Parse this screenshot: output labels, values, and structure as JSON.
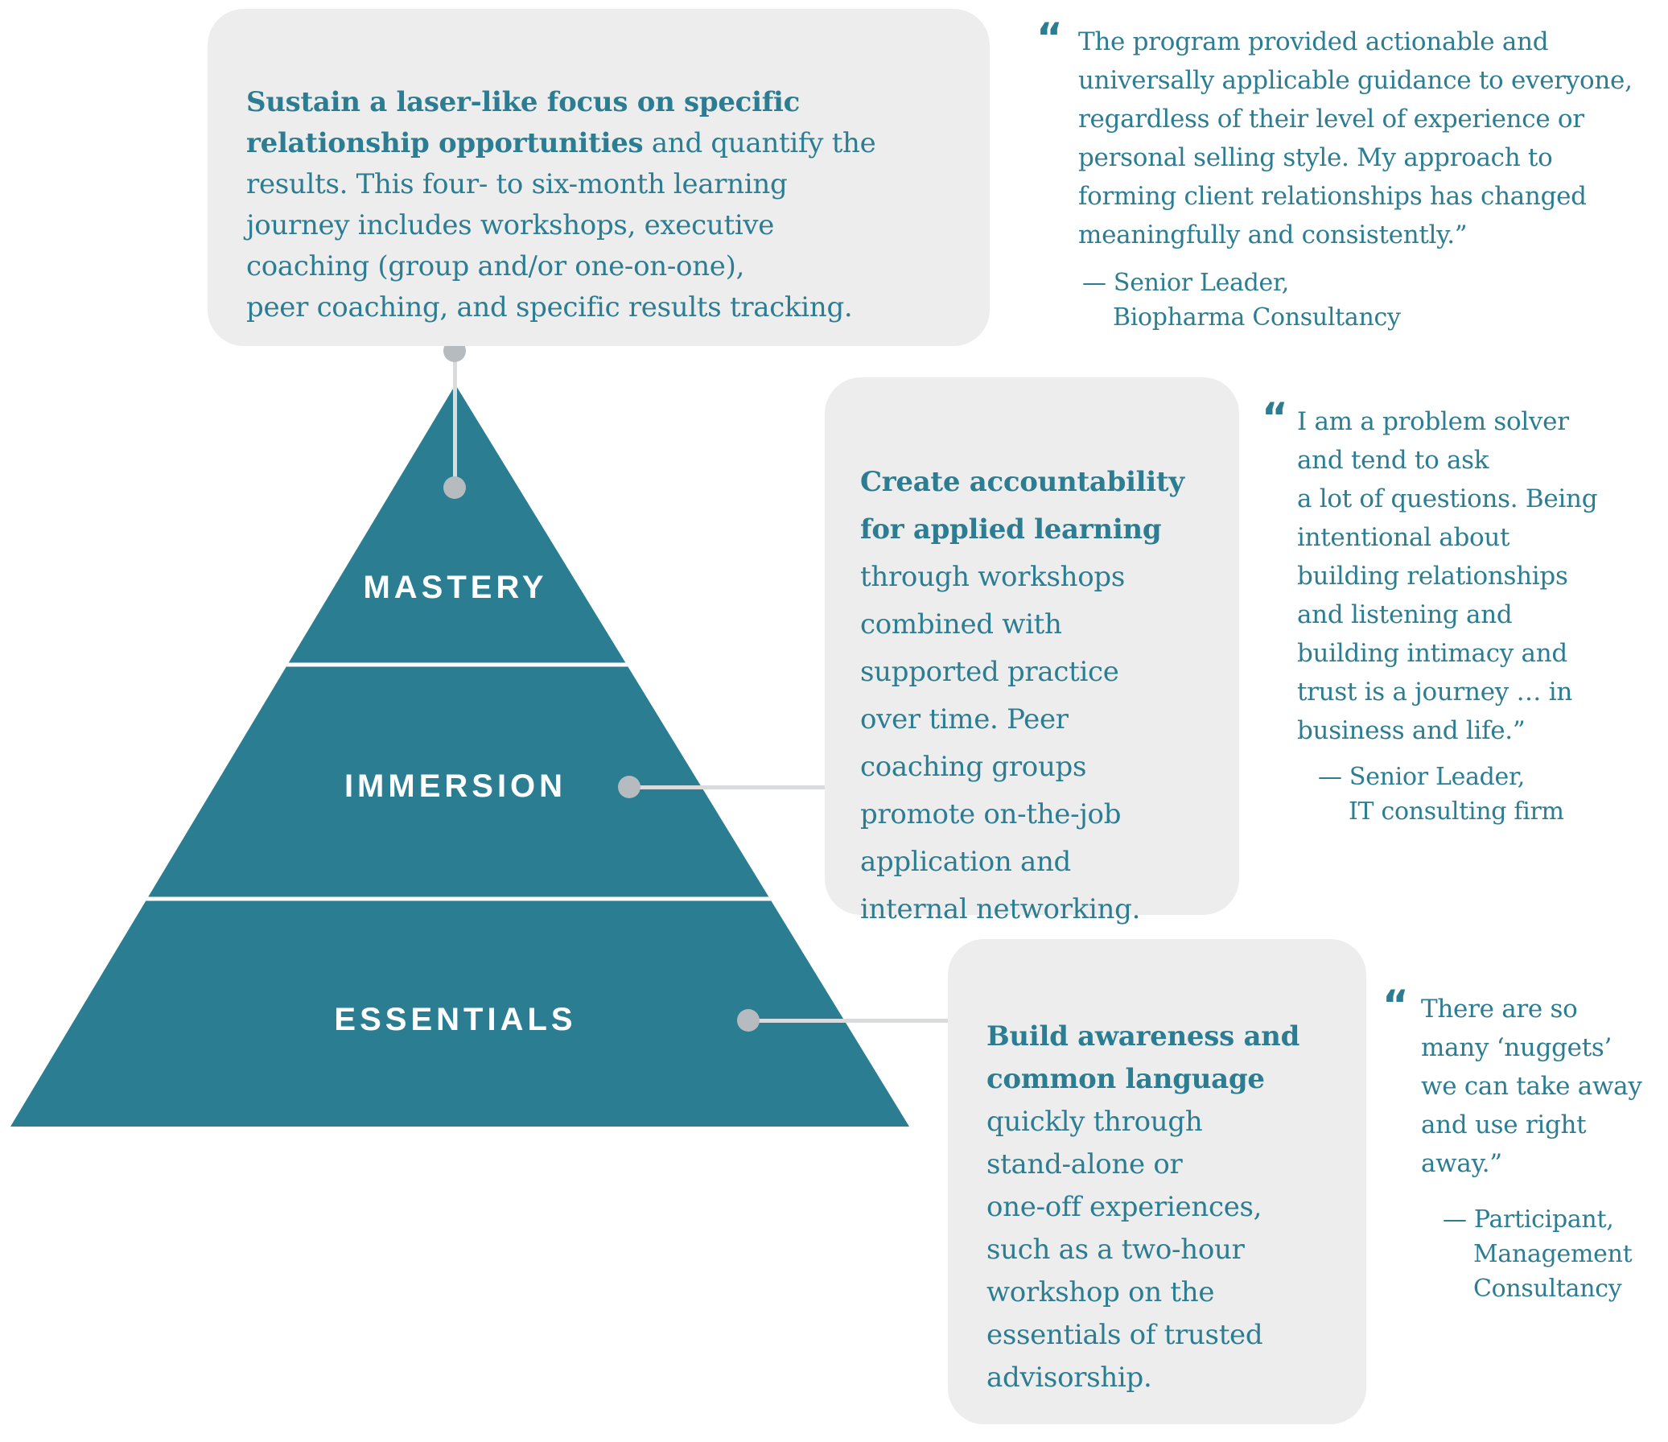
{
  "colors": {
    "teal": "#2b7e92",
    "text_teal": "#2c7d92",
    "box_background": "#ededed",
    "connector_line": "#d9dbdd",
    "connector_dot": "#b6bbc0",
    "label_white": "#ffffff"
  },
  "pyramid": {
    "levels": [
      {
        "label": "MASTERY"
      },
      {
        "label": "IMMERSION"
      },
      {
        "label": "ESSENTIALS"
      }
    ]
  },
  "boxes": {
    "mastery": {
      "bold": "Sustain a laser-like focus on specific\nrelationship opportunities",
      "body": " and quantify the\nresults. This four- to six-month learning\njourney includes workshops, executive\ncoaching (group and/or one-on-one),\npeer coaching, and specific results tracking."
    },
    "immersion": {
      "bold": "Create accountability\nfor applied learning",
      "body": "\nthrough workshops\ncombined with\nsupported practice\nover time. Peer\ncoaching groups\npromote on-the-job\napplication and\ninternal networking."
    },
    "essentials": {
      "bold": "Build awareness and\ncommon language",
      "body": "\nquickly through\nstand-alone or\none-off experiences,\nsuch as a two-hour\nworkshop on the\nessentials of trusted\nadvisorship."
    }
  },
  "quotes": [
    {
      "mark": "“",
      "text": "The program provided actionable and\nuniversally applicable guidance to everyone,\nregardless of their level of experience or\npersonal selling style. My approach to\nforming client relationships has changed\nmeaningfully and consistently.”",
      "attribution": "— Senior Leader,\nBiopharma Consultancy"
    },
    {
      "mark": "“",
      "text": "I am a problem solver\nand tend to ask\na lot of questions. Being\nintentional about\nbuilding relationships\nand listening and\nbuilding intimacy and\ntrust is a journey … in\nbusiness and life.”",
      "attribution": "— Senior Leader,\nIT consulting firm"
    },
    {
      "mark": "“",
      "text": "There are so\nmany ‘nuggets’\nwe can take away\nand use right\naway.”",
      "attribution": "— Participant,\nManagement\nConsultancy"
    }
  ]
}
